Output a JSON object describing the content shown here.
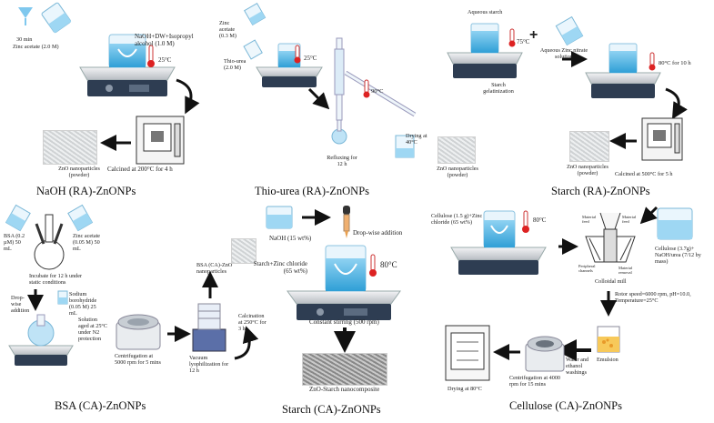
{
  "titles": {
    "naoh": "NaOH (RA)-ZnONPs",
    "thio": "Thio-urea (RA)-ZnONPs",
    "starch_ra": "Starch (RA)-ZnONPs",
    "bsa": "BSA (CA)-ZnONPs",
    "starch_ca": "Starch (CA)-ZnONPs",
    "cellulose": "Cellulose (CA)-ZnONPs"
  },
  "naoh": {
    "time": "30 min",
    "zinc_acetate": "Zinc acetate (2.0 M)",
    "reagent": "NaOH+DW+Isopropyl alcohol (1.0 M)",
    "temp": "25°C",
    "product": "ZnO nanoparticles (powder)",
    "calcine": "Calcined at 200°C for 4 h"
  },
  "thio": {
    "zinc_acetate": "Zinc acetate (0.3 M)",
    "thiourea": "Thio-urea (2.0 M)",
    "temp1": "25°C",
    "temp2": "90°C",
    "reflux": "Refluxing for 12 h",
    "drying": "Drying at 40°C",
    "product": "ZnO nanoparticles (powder)"
  },
  "starch_ra": {
    "aqueous_starch": "Aqueous starch",
    "temp1": "75°C",
    "gelat": "Starch gelatinization",
    "zinc_nitrate": "Aqueous Zinc nitrate solution",
    "temp2": "80°C for 10 h",
    "product": "ZnO nanoparticles (powder)",
    "calcine": "Calcined at 500°C for 5 h"
  },
  "bsa": {
    "bsa_label": "BSA (0.2 µM) 50 mL",
    "zinc_label": "Zinc acetate (0.05 M) 50 mL",
    "incubate": "Incubate for 12 h under static conditions",
    "dropwise": "Drop-wise addition",
    "borohydride": "Sodium borohydride (0.05 M) 25 mL",
    "solution_aged": "Solution aged at 25°C under N2 protection",
    "centrifuge": "Centrifugation at 5000 rpm for 5 mins",
    "lyophil": "Vacuum lyophilization for 12 h",
    "calcination": "Calcination at 250°C for 3 h",
    "product": "BSA (CA)-ZnO nanoparticles"
  },
  "starch_ca": {
    "naoh": "NaOH (15 wt%)",
    "dropwise": "Drop-wise addition",
    "mix": "Starch+Zinc chloride (65 wt%)",
    "temp": "80°C",
    "stirring": "Constant stirring (500 rpm)",
    "product": "ZnO-Starch nanocomposite"
  },
  "cellulose": {
    "reagent": "Cellulose (1.5 g)+Zinc chloride (65 wt%)",
    "temp": "80°C",
    "mill_labels": [
      "Material feed",
      "Material feed",
      "Peripheral channels",
      "Material removal"
    ],
    "colloidal_mill": "Colloidal mill",
    "naoh_urea": "Cellulose (3.7g)+ NaOH/urea (7/12 by mass)",
    "rotor": "Rotor speed=6000 rpm, pH=10.0, Temperature=25°C",
    "emulsion": "Emulsion",
    "washings": "Water and ethanol washings",
    "centrifuge": "Centrifugation at 4000 rpm for 15 mins",
    "drying": "Drying at 80°C"
  }
}
